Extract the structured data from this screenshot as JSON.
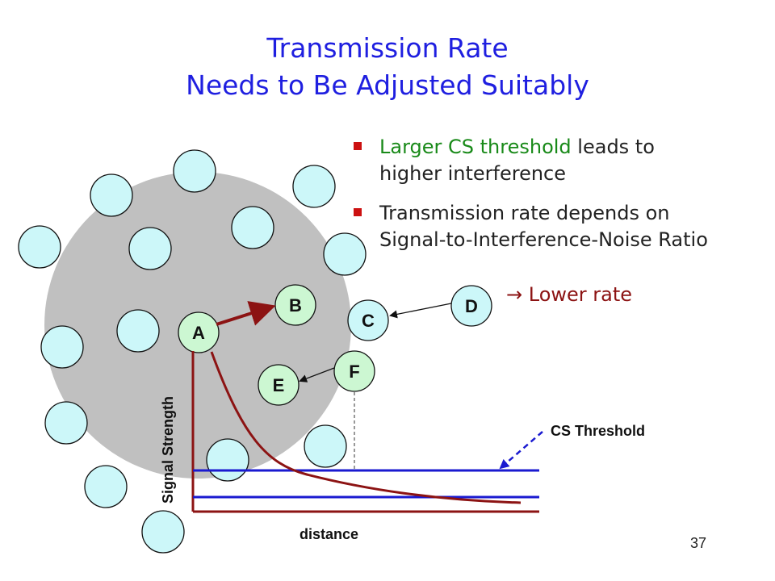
{
  "title": {
    "line1": "Transmission Rate",
    "line2": "Needs to Be Adjusted Suitably"
  },
  "bullets": [
    {
      "highlight": "Larger CS threshold",
      "rest": " leads to higher interference"
    },
    {
      "text": "Transmission rate depends on Signal-to-Interference-Noise Ratio"
    }
  ],
  "arrow_note": " Lower rate",
  "nodes": {
    "a": "A",
    "b": "B",
    "c": "C",
    "d": "D",
    "e": "E",
    "f": "F"
  },
  "labels": {
    "y_axis": "Signal Strength",
    "x_axis": "distance",
    "cs_threshold": "CS Threshold"
  },
  "page_number": "37",
  "colors": {
    "title": "#1f1fe0",
    "highlight": "#198a19",
    "bullet_mark": "#cc1111",
    "lower_rate": "#8c1313",
    "node_fill": "#ccf7f9",
    "node_fill_labeled": "#ccf7d2",
    "range_circle": "#c0c0c0",
    "signal_curve": "#8c1313",
    "threshold_line": "#1a1ad0"
  }
}
